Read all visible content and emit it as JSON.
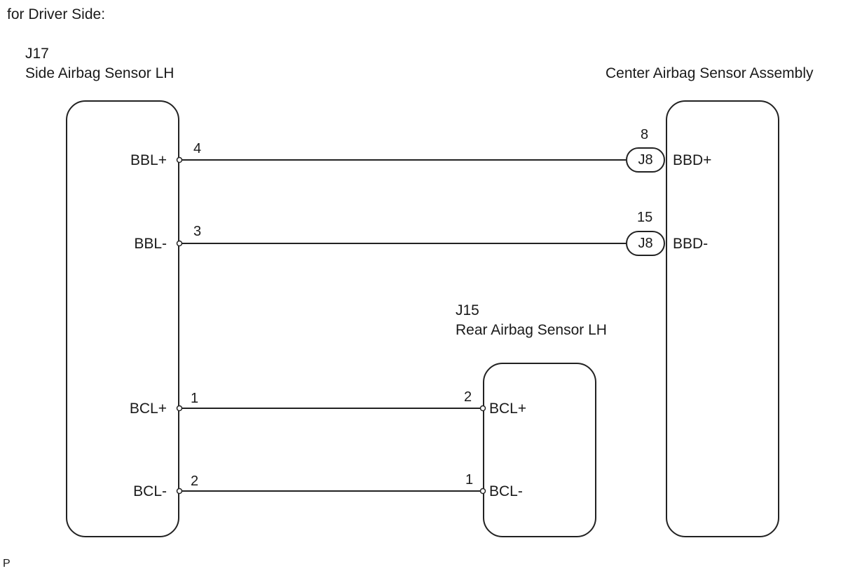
{
  "diagram": {
    "title": "for Driver Side:",
    "footer_mark": "P",
    "components": {
      "side_sensor": {
        "code": "J17",
        "name": "Side Airbag Sensor LH",
        "terminals": [
          {
            "name": "BBL+",
            "pin": "4"
          },
          {
            "name": "BBL-",
            "pin": "3"
          },
          {
            "name": "BCL+",
            "pin": "1"
          },
          {
            "name": "BCL-",
            "pin": "2"
          }
        ]
      },
      "center_assembly": {
        "name": "Center Airbag Sensor Assembly",
        "terminals": [
          {
            "name": "BBD+",
            "pin": "8",
            "connector": "J8"
          },
          {
            "name": "BBD-",
            "pin": "15",
            "connector": "J8"
          }
        ]
      },
      "rear_sensor": {
        "code": "J15",
        "name": "Rear Airbag Sensor LH",
        "terminals": [
          {
            "name": "BCL+",
            "pin": "2"
          },
          {
            "name": "BCL-",
            "pin": "1"
          }
        ]
      }
    }
  }
}
